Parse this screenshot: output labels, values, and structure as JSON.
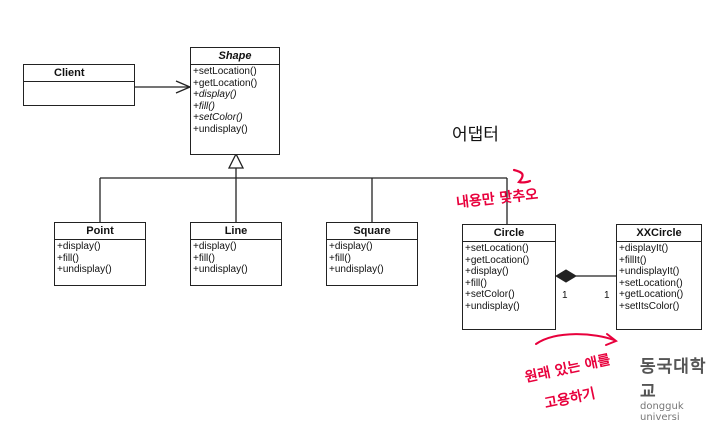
{
  "classes": {
    "client": {
      "name": "Client",
      "ops": []
    },
    "shape": {
      "name": "Shape",
      "ops": [
        "+setLocation()",
        "+getLocation()",
        "+display()",
        "+fill()",
        "+setColor()",
        "+undisplay()"
      ],
      "italic_ops": [
        2,
        3,
        4
      ]
    },
    "point": {
      "name": "Point",
      "ops": [
        "+display()",
        "+fill()",
        "+undisplay()"
      ]
    },
    "line": {
      "name": "Line",
      "ops": [
        "+display()",
        "+fill()",
        "+undisplay()"
      ]
    },
    "square": {
      "name": "Square",
      "ops": [
        "+display()",
        "+fill()",
        "+undisplay()"
      ]
    },
    "circle": {
      "name": "Circle",
      "ops": [
        "+setLocation()",
        "+getLocation()",
        "+display()",
        "+fill()",
        "+setColor()",
        "+undisplay()"
      ]
    },
    "xxcircle": {
      "name": "XXCircle",
      "ops": [
        "+displayIt()",
        "+fillIt()",
        "+undisplayIt()",
        "+setLocation()",
        "+getLocation()",
        "+setItsColor()"
      ]
    }
  },
  "annotations": {
    "adapter": "어댑터",
    "hand_top": "내용만 맞추오",
    "hand_bottom_1": "원래 있는 애를",
    "hand_bottom_2": "고용하기"
  },
  "multiplicity": {
    "left": "1",
    "right": "1"
  },
  "logo": {
    "korean": "동국대학교",
    "latin": "dongguk universi"
  },
  "colors": {
    "ink": "#222222",
    "handwriting": "#e8003c"
  }
}
